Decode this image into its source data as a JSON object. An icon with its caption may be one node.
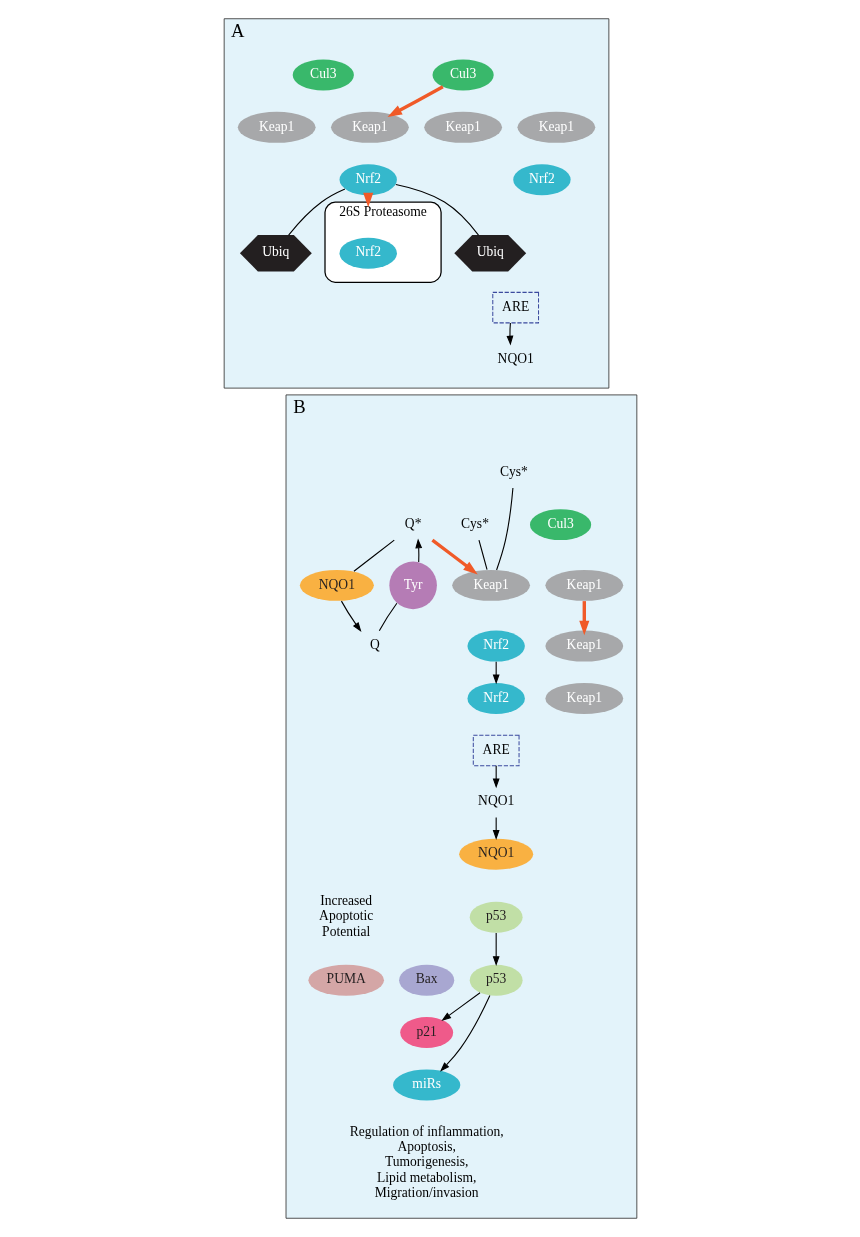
{
  "diagram": {
    "nodes": [
      {
        "text": [
          "A"
        ]
      },
      {
        "text": [
          "Cul3"
        ],
        "in": 0
      },
      {
        "text": [
          "Keap1"
        ],
        "in": 0
      },
      {
        "text": [
          "Keap1"
        ],
        "in": 0
      },
      {
        "text": [
          "Nrf2"
        ],
        "in": 0
      },
      {
        "text": [
          "Cul3"
        ],
        "in": 0
      },
      {
        "text": [
          "Keap1"
        ],
        "in": 0
      },
      {
        "text": [
          "Keap1"
        ],
        "in": 0
      },
      {
        "text": [
          "Nrf2"
        ],
        "in": 0
      },
      {
        "text": [
          "Ubiq"
        ],
        "in": 0
      },
      {
        "text": [
          "Ubiq"
        ],
        "in": 0
      },
      {
        "text": [
          "26S Proteasome"
        ],
        "in": 0
      },
      {
        "text": [
          "Nrf2"
        ],
        "in": 11
      },
      {
        "text": [
          "ARE"
        ],
        "in": 0
      },
      {
        "text": [
          "NQO1"
        ],
        "in": 0
      },
      {
        "text": [
          "B"
        ]
      },
      {
        "text": [
          "Cys*"
        ],
        "in": 15
      },
      {
        "text": [
          "Cys*"
        ],
        "in": 15
      },
      {
        "text": [
          "Cul3"
        ],
        "in": 15
      },
      {
        "text": [
          "Keap1"
        ],
        "in": 15
      },
      {
        "text": [
          "Keap1"
        ],
        "in": 15
      },
      {
        "text": [
          "Nrf2"
        ],
        "in": 15
      },
      {
        "text": [
          "Keap1"
        ],
        "in": 15
      },
      {
        "text": [
          "Keap1"
        ],
        "in": 15
      },
      {
        "text": [
          "Q*"
        ],
        "in": 15
      },
      {
        "text": [
          "Tyr"
        ],
        "in": 15
      },
      {
        "text": [
          "NQO1"
        ],
        "in": 15
      },
      {
        "text": [
          "Q"
        ],
        "in": 15
      },
      {
        "text": [
          "Nrf2"
        ],
        "in": 15
      },
      {
        "text": [
          "ARE"
        ],
        "in": 15
      },
      {
        "text": [
          "NQO1"
        ],
        "in": 15
      },
      {
        "text": [
          "NQO1"
        ],
        "in": 15
      },
      {
        "text": [
          "p53"
        ],
        "in": 15
      },
      {
        "text": [
          "PUMA"
        ],
        "in": 15
      },
      {
        "text": [
          "Bax"
        ],
        "in": 15
      },
      {
        "text": [
          "p21"
        ],
        "in": 15
      },
      {
        "text": [
          "miRs"
        ],
        "in": 15
      },
      {
        "text": [
          "p53"
        ],
        "in": 15
      }
    ],
    "edges": [
      {
        "from": 1,
        "to": 6,
        "arrow": "to",
        "color": "#f05a28",
        "style": "thick"
      },
      {
        "from": 8,
        "to": 11,
        "arrow": "to",
        "color": "#f05a28",
        "style": "thick"
      },
      {
        "from": 8,
        "to": 9,
        "arrow": "none"
      },
      {
        "from": 8,
        "to": 10,
        "arrow": "none"
      },
      {
        "from": 13,
        "to": 14,
        "arrow": "to"
      },
      {
        "from": 16,
        "to": 19,
        "arrow": "none"
      },
      {
        "from": 17,
        "to": 19,
        "arrow": "none"
      },
      {
        "from": 20,
        "to": 22,
        "arrow": "to",
        "color": "#f05a28",
        "style": "thick"
      },
      {
        "from": 25,
        "to": 24,
        "arrow": "to"
      },
      {
        "from": 24,
        "to": 19,
        "arrow": "to",
        "color": "#f05a28",
        "style": "thick"
      },
      {
        "from": 24,
        "to": 26,
        "arrow": "none"
      },
      {
        "from": 26,
        "to": 27,
        "arrow": "to"
      },
      {
        "from": 25,
        "to": 27,
        "arrow": "none"
      },
      {
        "from": 21,
        "to": 28,
        "arrow": "to"
      },
      {
        "from": 29,
        "to": 30,
        "arrow": "to"
      },
      {
        "from": 30,
        "to": 31,
        "arrow": "to"
      },
      {
        "from": 32,
        "to": 37,
        "arrow": "to"
      },
      {
        "from": 37,
        "to": 35,
        "arrow": "to"
      },
      {
        "from": 37,
        "to": 36,
        "arrow": "to"
      }
    ],
    "labels": [
      "Increased Apoptotic Potential",
      "Regulation of inflammation, Apoptosis, Tumorigenesis, Lipid metabolism, Migration/invasion"
    ]
  }
}
